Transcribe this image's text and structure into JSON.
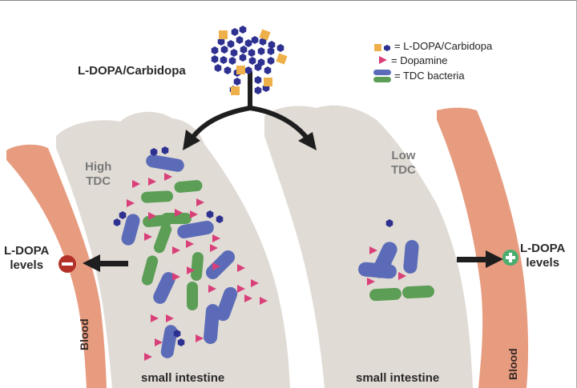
{
  "title": "L-DOPA/Carbidopa",
  "colors": {
    "drug_hexagon": "#2e3190",
    "drug_square": "#eeb04a",
    "dopamine": "#d9407a",
    "tdc_blue": "#5b6bb8",
    "tdc_green": "#5c9e56",
    "intestine": "#e0dbd5",
    "blood": "#e79c80",
    "arrow": "#1e1e1e",
    "minus_badge": "#b33127",
    "plus_badge": "#4aae6e",
    "label_gray": "#7a7a7a",
    "label_dark": "#2a2a2a"
  },
  "legend": {
    "items": [
      {
        "icon": "drug-square-hexagon-icon",
        "label": "= L-DOPA/Carbidopa"
      },
      {
        "icon": "dopamine-triangle-icon",
        "label": "= Dopamine"
      },
      {
        "icon": "tdc-bacteria-icon",
        "label": "= TDC bacteria"
      }
    ]
  },
  "left_panel": {
    "condition": [
      "High",
      "TDC"
    ],
    "organ_label": "small intestine",
    "blood_label": "Blood",
    "levels_label": [
      "L-DOPA",
      "levels"
    ],
    "effect": "decrease",
    "effect_icon": "minus-icon"
  },
  "right_panel": {
    "condition": [
      "Low",
      "TDC"
    ],
    "organ_label": "small intestine",
    "blood_label": "Blood",
    "levels_label": [
      "L-DOPA",
      "levels"
    ],
    "effect": "increase",
    "effect_icon": "plus-icon"
  }
}
